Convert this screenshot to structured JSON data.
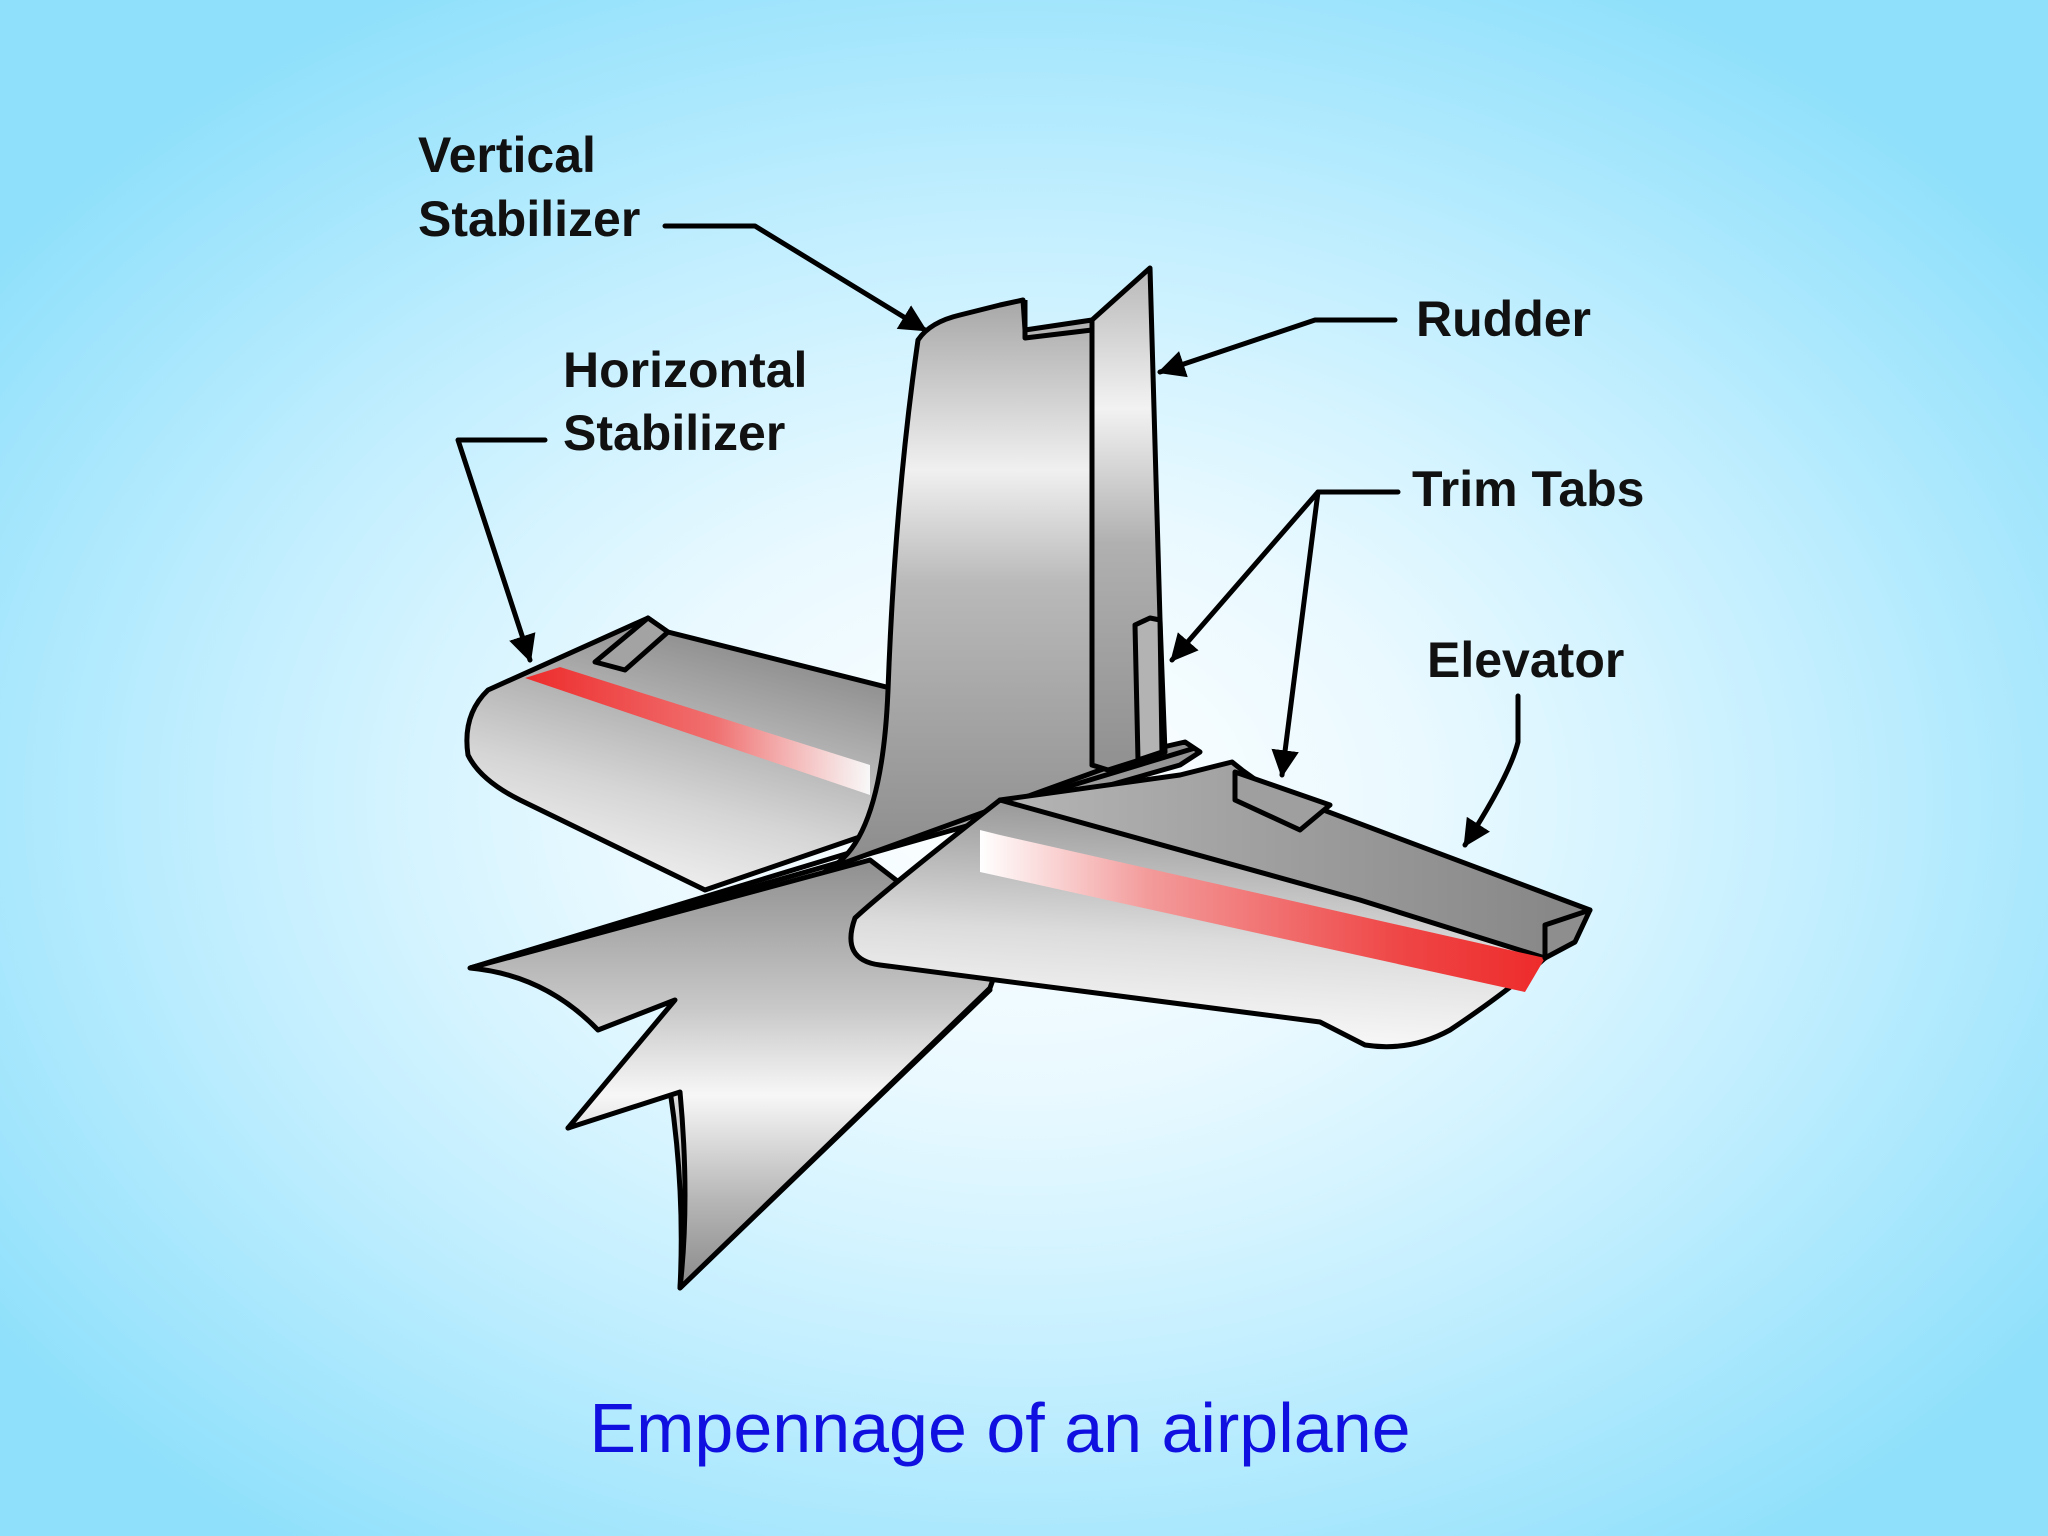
{
  "title": "Empennage of an airplane",
  "labels": {
    "vertical_stabilizer": [
      "Vertical",
      "Stabilizer"
    ],
    "horizontal_stabilizer": [
      "Horizontal",
      "Stabilizer"
    ],
    "rudder": "Rudder",
    "trim_tabs": "Trim Tabs",
    "elevator": "Elevator"
  },
  "colors": {
    "title": "#1010e0",
    "accent_stripe": "#ee2b2b",
    "surface": "#9a9a9a"
  }
}
